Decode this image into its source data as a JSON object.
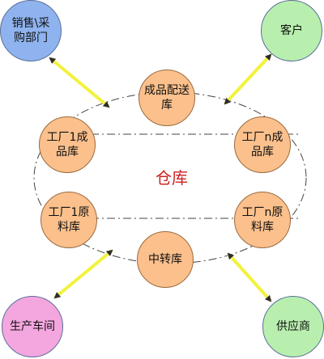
{
  "center": {
    "label": "仓库",
    "color": "#cc2222"
  },
  "inner_nodes": [
    {
      "id": "finished-dist",
      "label": "成品配送库",
      "color": "#fbc08c"
    },
    {
      "id": "factory1-finished",
      "label": "工厂1成品库",
      "color": "#fbc08c"
    },
    {
      "id": "factoryn-finished",
      "label": "工厂n成品库",
      "color": "#fbc08c"
    },
    {
      "id": "factory1-raw",
      "label": "工厂1原料库",
      "color": "#fbc08c"
    },
    {
      "id": "factoryn-raw",
      "label": "工厂n原料库",
      "color": "#fbc08c"
    },
    {
      "id": "transfer",
      "label": "中转库",
      "color": "#fbc08c"
    }
  ],
  "outer_nodes": [
    {
      "id": "sales-purchase",
      "label": "销售\\采购部门",
      "color": "#8fb3ee"
    },
    {
      "id": "customer",
      "label": "客户",
      "color": "#b8efae"
    },
    {
      "id": "production",
      "label": "生产车间",
      "color": "#f4a6df"
    },
    {
      "id": "supplier",
      "label": "供应商",
      "color": "#b8efae"
    }
  ],
  "arrow_color": "#f2f23c"
}
